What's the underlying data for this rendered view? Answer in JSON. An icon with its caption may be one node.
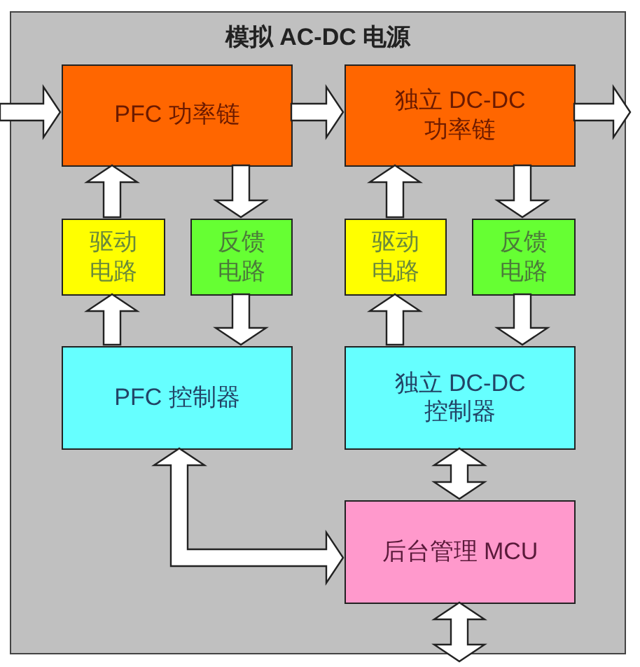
{
  "diagram": {
    "nodes": [
      {
        "text": [
          "模拟 AC-DC 电源"
        ]
      },
      {
        "text": [
          "PFC 功率链"
        ],
        "in": 0
      },
      {
        "text": [
          "独立 DC-DC 功率链"
        ],
        "in": 0
      },
      {
        "text": [
          "驱动电路"
        ],
        "in": 0
      },
      {
        "text": [
          "反馈电路"
        ],
        "in": 0
      },
      {
        "text": [
          "驱动电路"
        ],
        "in": 0
      },
      {
        "text": [
          "反馈电路"
        ],
        "in": 0
      },
      {
        "text": [
          "PFC 控制器"
        ],
        "in": 0
      },
      {
        "text": [
          "独立 DC-DC 控制器"
        ],
        "in": 0
      },
      {
        "text": [
          "后台管理 MCU"
        ],
        "in": 0
      }
    ],
    "edges": [
      {
        "from": null,
        "to": 1,
        "arrow": "to"
      },
      {
        "from": 1,
        "to": 2,
        "arrow": "to"
      },
      {
        "from": 2,
        "to": null,
        "arrow": "to"
      },
      {
        "from": 3,
        "to": 1,
        "arrow": "to"
      },
      {
        "from": 1,
        "to": 4,
        "arrow": "to"
      },
      {
        "from": 4,
        "to": 7,
        "arrow": "to"
      },
      {
        "from": 7,
        "to": 3,
        "arrow": "to"
      },
      {
        "from": 5,
        "to": 2,
        "arrow": "to"
      },
      {
        "from": 2,
        "to": 6,
        "arrow": "to"
      },
      {
        "from": 6,
        "to": 8,
        "arrow": "to"
      },
      {
        "from": 8,
        "to": 5,
        "arrow": "to"
      },
      {
        "from": 8,
        "to": 9,
        "arrow": "both"
      },
      {
        "from": 7,
        "to": 9,
        "arrow": "both"
      },
      {
        "from": 9,
        "to": null,
        "arrow": "both"
      }
    ]
  }
}
